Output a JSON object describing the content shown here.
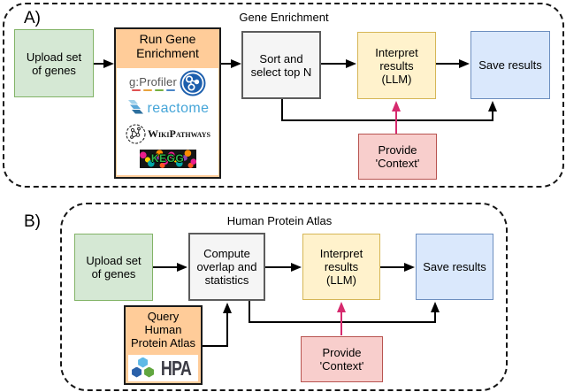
{
  "panel_a": {
    "label": "A)",
    "title": "Gene Enrichment",
    "boxes": {
      "upload": "Upload set\nof genes",
      "run": "Run Gene\nEnrichment",
      "sort": "Sort and\nselect top N",
      "interpret": "Interpret\nresults\n(LLM)",
      "save": "Save results",
      "context": "Provide\n'Context'"
    },
    "logos": {
      "gprofiler": "g:Profiler",
      "reactome": "reactome",
      "wikipathways": "WikiPathways",
      "kegg": "KEGG"
    }
  },
  "panel_b": {
    "label": "B)",
    "title": "Human Protein Atlas",
    "boxes": {
      "upload": "Upload set\nof genes",
      "compute": "Compute\noverlap and\nstatistics",
      "interpret": "Interpret\nresults\n(LLM)",
      "save": "Save results",
      "query": "Query\nHuman\nProtein Atlas",
      "context": "Provide\n'Context'"
    },
    "logos": {
      "hpa": "HPA"
    }
  },
  "colors": {
    "green_fill": "#d5e8d4",
    "green_border": "#82b366",
    "orange_fill": "#ffcc99",
    "orange_border": "#1a1a1a",
    "gray_fill": "#f5f5f5",
    "gray_border": "#5c5c5c",
    "yellow_fill": "#fff2cc",
    "yellow_border": "#d6b656",
    "blue_fill": "#dae8fc",
    "blue_border": "#6c8ebf",
    "pink_fill": "#f8cecc",
    "pink_border": "#b85450",
    "arrow": "#000000",
    "context_arrow": "#d62a6e"
  }
}
